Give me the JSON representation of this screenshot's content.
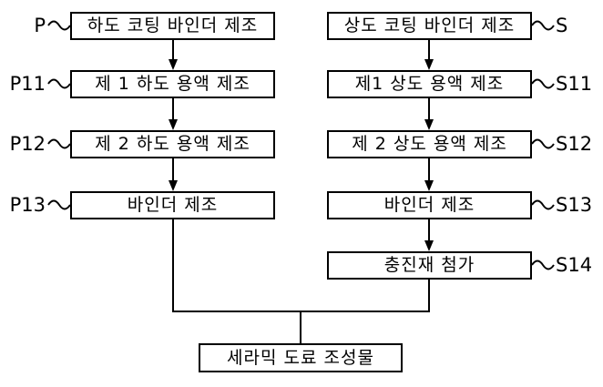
{
  "flowchart": {
    "left_branch": {
      "steps": [
        {
          "ref": "P",
          "text": "하도 코팅 바인더 제조"
        },
        {
          "ref": "P11",
          "text": "제 1 하도 용액 제조"
        },
        {
          "ref": "P12",
          "text": "제 2 하도 용액 제조"
        },
        {
          "ref": "P13",
          "text": "바인더 제조"
        }
      ]
    },
    "right_branch": {
      "steps": [
        {
          "ref": "S",
          "text": "상도 코팅 바인더 제조"
        },
        {
          "ref": "S11",
          "text": "제1 상도 용액 제조"
        },
        {
          "ref": "S12",
          "text": "제 2 상도 용액 제조"
        },
        {
          "ref": "S13",
          "text": "바인더 제조"
        },
        {
          "ref": "S14",
          "text": "충진재 첨가"
        }
      ]
    },
    "result": {
      "text": "세라믹 도료 조성물"
    }
  },
  "colors": {
    "line": "#000000",
    "box_fill": "#ffffff",
    "background": "#ffffff",
    "text": "#000000"
  }
}
